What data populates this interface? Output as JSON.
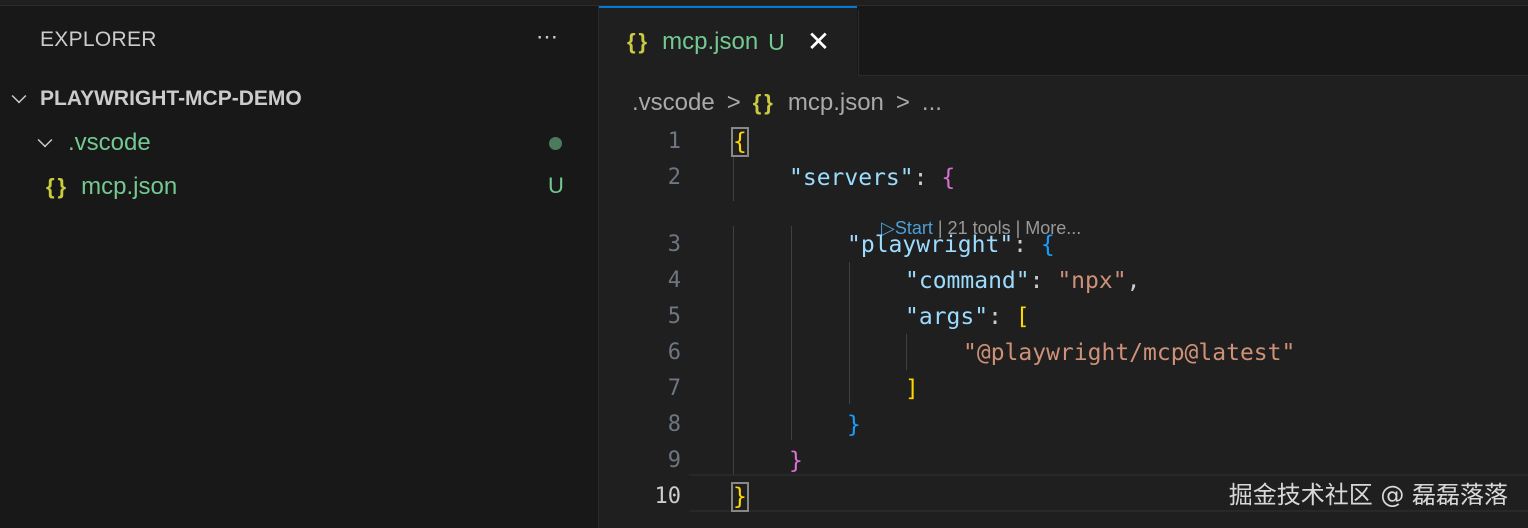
{
  "sidebar": {
    "title": "EXPLORER",
    "more_icon": "⋯",
    "root": {
      "label": "PLAYWRIGHT-MCP-DEMO",
      "expanded": true
    },
    "items": [
      {
        "label": ".vscode",
        "type": "folder",
        "expanded": true,
        "status": "modified-dot"
      },
      {
        "label": "mcp.json",
        "type": "json-file",
        "icon": "{}",
        "status": "U"
      }
    ]
  },
  "editor": {
    "tabs": [
      {
        "icon": "{}",
        "label": "mcp.json",
        "status": "U",
        "close_icon": "✕",
        "active": true
      }
    ],
    "breadcrumb": {
      "items": [
        ".vscode",
        "mcp.json",
        "..."
      ],
      "separator": ">",
      "file_icon": "{}"
    },
    "codelens": {
      "start": "▷Start",
      "rest": " | 21 tools | More..."
    },
    "lines": [
      {
        "n": "1"
      },
      {
        "n": "2"
      },
      {
        "n": "3"
      },
      {
        "n": "4"
      },
      {
        "n": "5"
      },
      {
        "n": "6"
      },
      {
        "n": "7"
      },
      {
        "n": "8"
      },
      {
        "n": "9"
      },
      {
        "n": "10"
      }
    ],
    "code": {
      "l1_open": "{",
      "l2_key": "\"servers\"",
      "l2_colon": ": ",
      "l2_open": "{",
      "l3_key": "\"playwright\"",
      "l3_colon": ": ",
      "l3_open": "{",
      "l4_key": "\"command\"",
      "l4_colon": ": ",
      "l4_val": "\"npx\"",
      "l4_comma": ",",
      "l5_key": "\"args\"",
      "l5_colon": ": ",
      "l5_open": "[",
      "l6_val": "\"@playwright/mcp@latest\"",
      "l7_close": "]",
      "l8_close": "}",
      "l9_close": "}",
      "l10_close": "}"
    },
    "active_line": "10"
  },
  "watermark": "掘金技术社区 @ 磊磊落落",
  "colors": {
    "accent_tab_border": "#0078d4",
    "git_untracked": "#73c991",
    "json_icon": "#cbcb41",
    "json_key": "#9cdcfe",
    "json_string": "#ce9178",
    "bracket_1": "#ffd700",
    "bracket_2": "#da70d6",
    "bracket_3": "#179fff"
  }
}
